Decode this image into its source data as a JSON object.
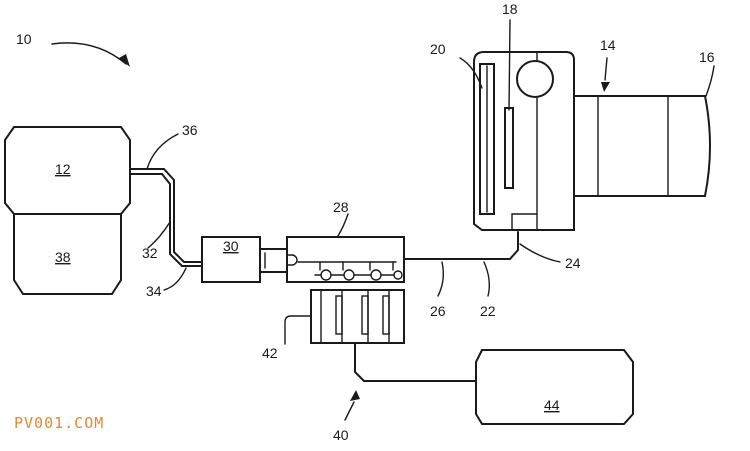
{
  "labels": {
    "n10": "10",
    "n12": "12",
    "n14": "14",
    "n16": "16",
    "n18": "18",
    "n20": "20",
    "n22": "22",
    "n24": "24",
    "n26": "26",
    "n28": "28",
    "n30": "30",
    "n32": "32",
    "n34": "34",
    "n36": "36",
    "n38": "38",
    "n40": "40",
    "n42": "42",
    "n44": "44"
  },
  "watermark": "PV001.COM",
  "colors": {
    "line": "#1a1a1a",
    "watermark": "#e8872f",
    "background": "#ffffff"
  }
}
